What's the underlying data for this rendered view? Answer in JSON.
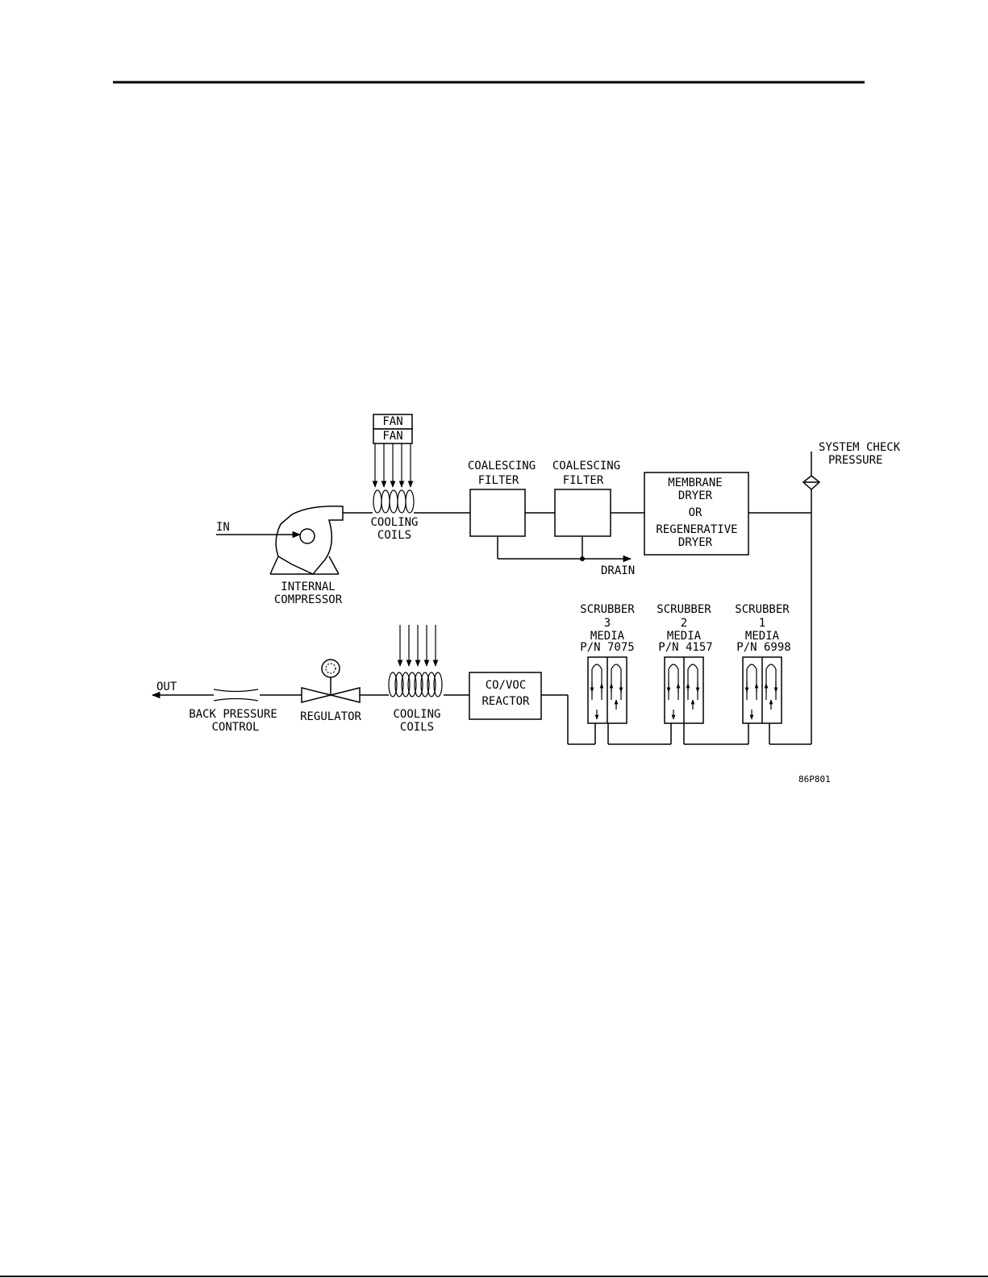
{
  "labels": {
    "fan_top": "FAN",
    "fan_bottom": "FAN",
    "in": "IN",
    "internal_compressor": [
      "INTERNAL",
      "COMPRESSOR"
    ],
    "cooling_coils_top": [
      "COOLING",
      "COILS"
    ],
    "coalescing_filter_1": [
      "COALESCING",
      "FILTER"
    ],
    "coalescing_filter_2": [
      "COALESCING",
      "FILTER"
    ],
    "drain": "DRAIN",
    "dryer": [
      "MEMBRANE",
      "DRYER",
      "OR",
      "REGENERATIVE",
      "DRYER"
    ],
    "system_check_pressure": [
      "SYSTEM CHECK",
      "PRESSURE"
    ],
    "scrubber_3": [
      "SCRUBBER",
      "3",
      "MEDIA",
      "P/N 7075"
    ],
    "scrubber_2": [
      "SCRUBBER",
      "2",
      "MEDIA",
      "P/N 4157"
    ],
    "scrubber_1": [
      "SCRUBBER",
      "1",
      "MEDIA",
      "P/N 6998"
    ],
    "reactor": [
      "CO/VOC",
      "REACTOR"
    ],
    "cooling_coils_bottom": [
      "COOLING",
      "COILS"
    ],
    "regulator": "REGULATOR",
    "back_pressure_control": [
      "BACK PRESSURE",
      "CONTROL"
    ],
    "out": "OUT",
    "figure_id": "86P801"
  }
}
